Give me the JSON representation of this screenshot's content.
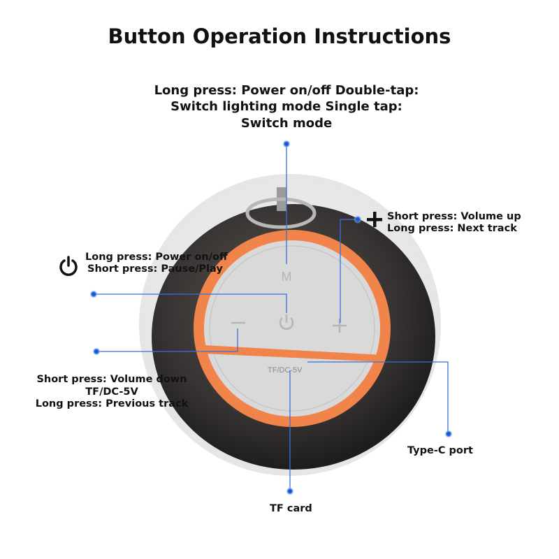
{
  "title": "Button Operation Instructions",
  "m_button": {
    "lines": [
      "Long press: Power on/off Double-tap:",
      "Switch lighting mode Single tap:",
      "Switch mode"
    ],
    "key_label": "M"
  },
  "power_button": {
    "lines": [
      "Long press: Power on/off",
      "Short press: Pause/Play"
    ],
    "icon": "power-icon"
  },
  "plus_button": {
    "lines": [
      "Short press: Volume up",
      "Long press: Next track"
    ],
    "icon": "plus-icon"
  },
  "minus_button": {
    "lines": [
      "Short press: Volume down",
      "TF/DC-5V",
      "Long press: Previous track"
    ]
  },
  "port_panel_label": "TF/DC-5V",
  "typec_label": "Type-C port",
  "tf_label": "TF card",
  "colors": {
    "accent_orange": "#f0844a",
    "body_dark": "#3a3a3a",
    "callout_blue": "#1f5fd0"
  }
}
